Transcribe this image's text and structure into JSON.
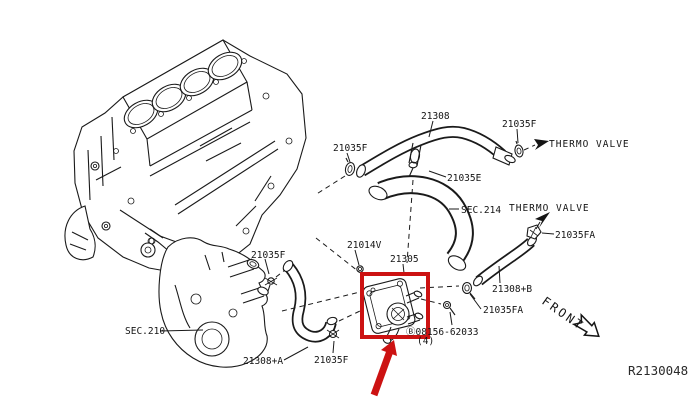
{
  "diagram": {
    "kind": "engine-oil-cooler-parts-diagram",
    "background_color": "#ffffff",
    "line_color": "#1a1a1a",
    "highlight_color": "#cc1212",
    "reference_code": "R2130048",
    "labels": {
      "clamp_top_left": "21035F",
      "hose_upper": "21308",
      "clamp_upper_branch": "21035E",
      "section_214": "SEC.214",
      "clamp_top_right": "21035F",
      "thermo_valve_upper": "THERMO VALVE",
      "thermo_valve_lower": "THERMO VALVE",
      "clamp_right_upper": "21035FA",
      "hose_right": "21308+B",
      "clamp_right_lower": "21035FA",
      "front_indicator": "FRONT",
      "oring": "21014V",
      "oil_cooler": "21305",
      "bolt": "Ⓑ08156-62033",
      "bolt_qty": "(4)",
      "clamp_pump": "21035F",
      "section_210": "SEC.210",
      "hose_lower": "21308+A",
      "clamp_bottom": "21035F"
    }
  }
}
